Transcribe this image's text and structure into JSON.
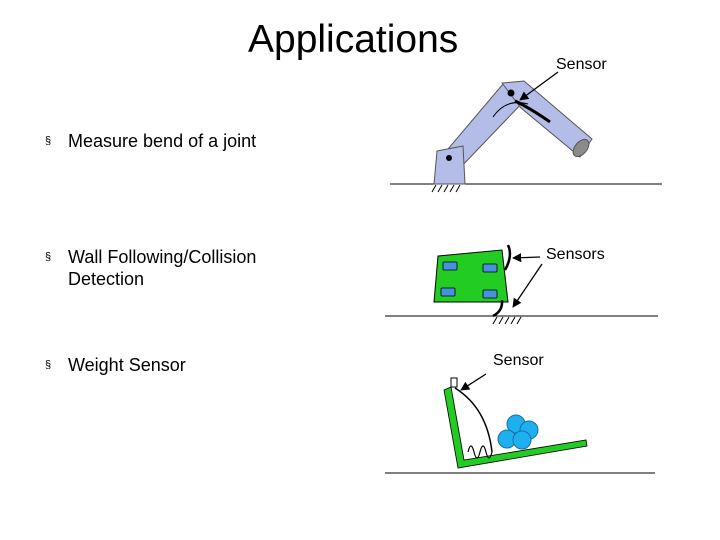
{
  "slide": {
    "title": "Applications"
  },
  "bullets": [
    {
      "marker": "§",
      "lines": [
        "Measure bend of a joint"
      ]
    },
    {
      "marker": "§",
      "lines": [
        "Wall Following/Collision",
        "Detection"
      ]
    },
    {
      "marker": "§",
      "lines": [
        "Weight Sensor"
      ]
    }
  ],
  "diagram_labels": {
    "arm_sensor": "Sensor",
    "robot_sensors": "Sensors",
    "weight_sensor": "Sensor"
  },
  "colors": {
    "arm_fill": "#b4bde8",
    "robot_green": "#22cc22",
    "wheel_blue": "#4a90e0",
    "ball_blue": "#1eb0ee"
  }
}
